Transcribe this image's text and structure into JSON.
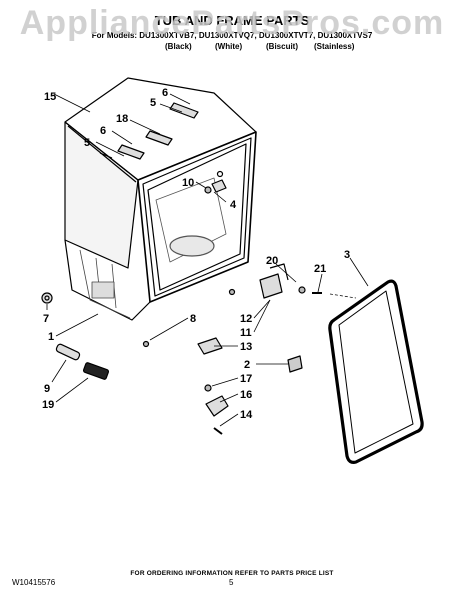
{
  "watermark": "AppliancePartsPros.com",
  "header": {
    "title": "TUB AND FRAME PARTS",
    "models": "For Models: DU1300XTVB7, DU1300XTVQ7, DU1300XTVT7, DU1300XTVS7",
    "variants": [
      "(Black)",
      "(White)",
      "(Biscuit)",
      "(Stainless)"
    ]
  },
  "callouts": [
    "15",
    "6",
    "5",
    "18",
    "6",
    "5",
    "10",
    "4",
    "3",
    "20",
    "21",
    "7",
    "1",
    "8",
    "12",
    "11",
    "13",
    "2",
    "9",
    "19",
    "17",
    "16",
    "14"
  ],
  "footer": {
    "order_info": "FOR ORDERING INFORMATION REFER TO PARTS PRICE LIST",
    "doc_number": "W10415576",
    "page_number": "5"
  }
}
